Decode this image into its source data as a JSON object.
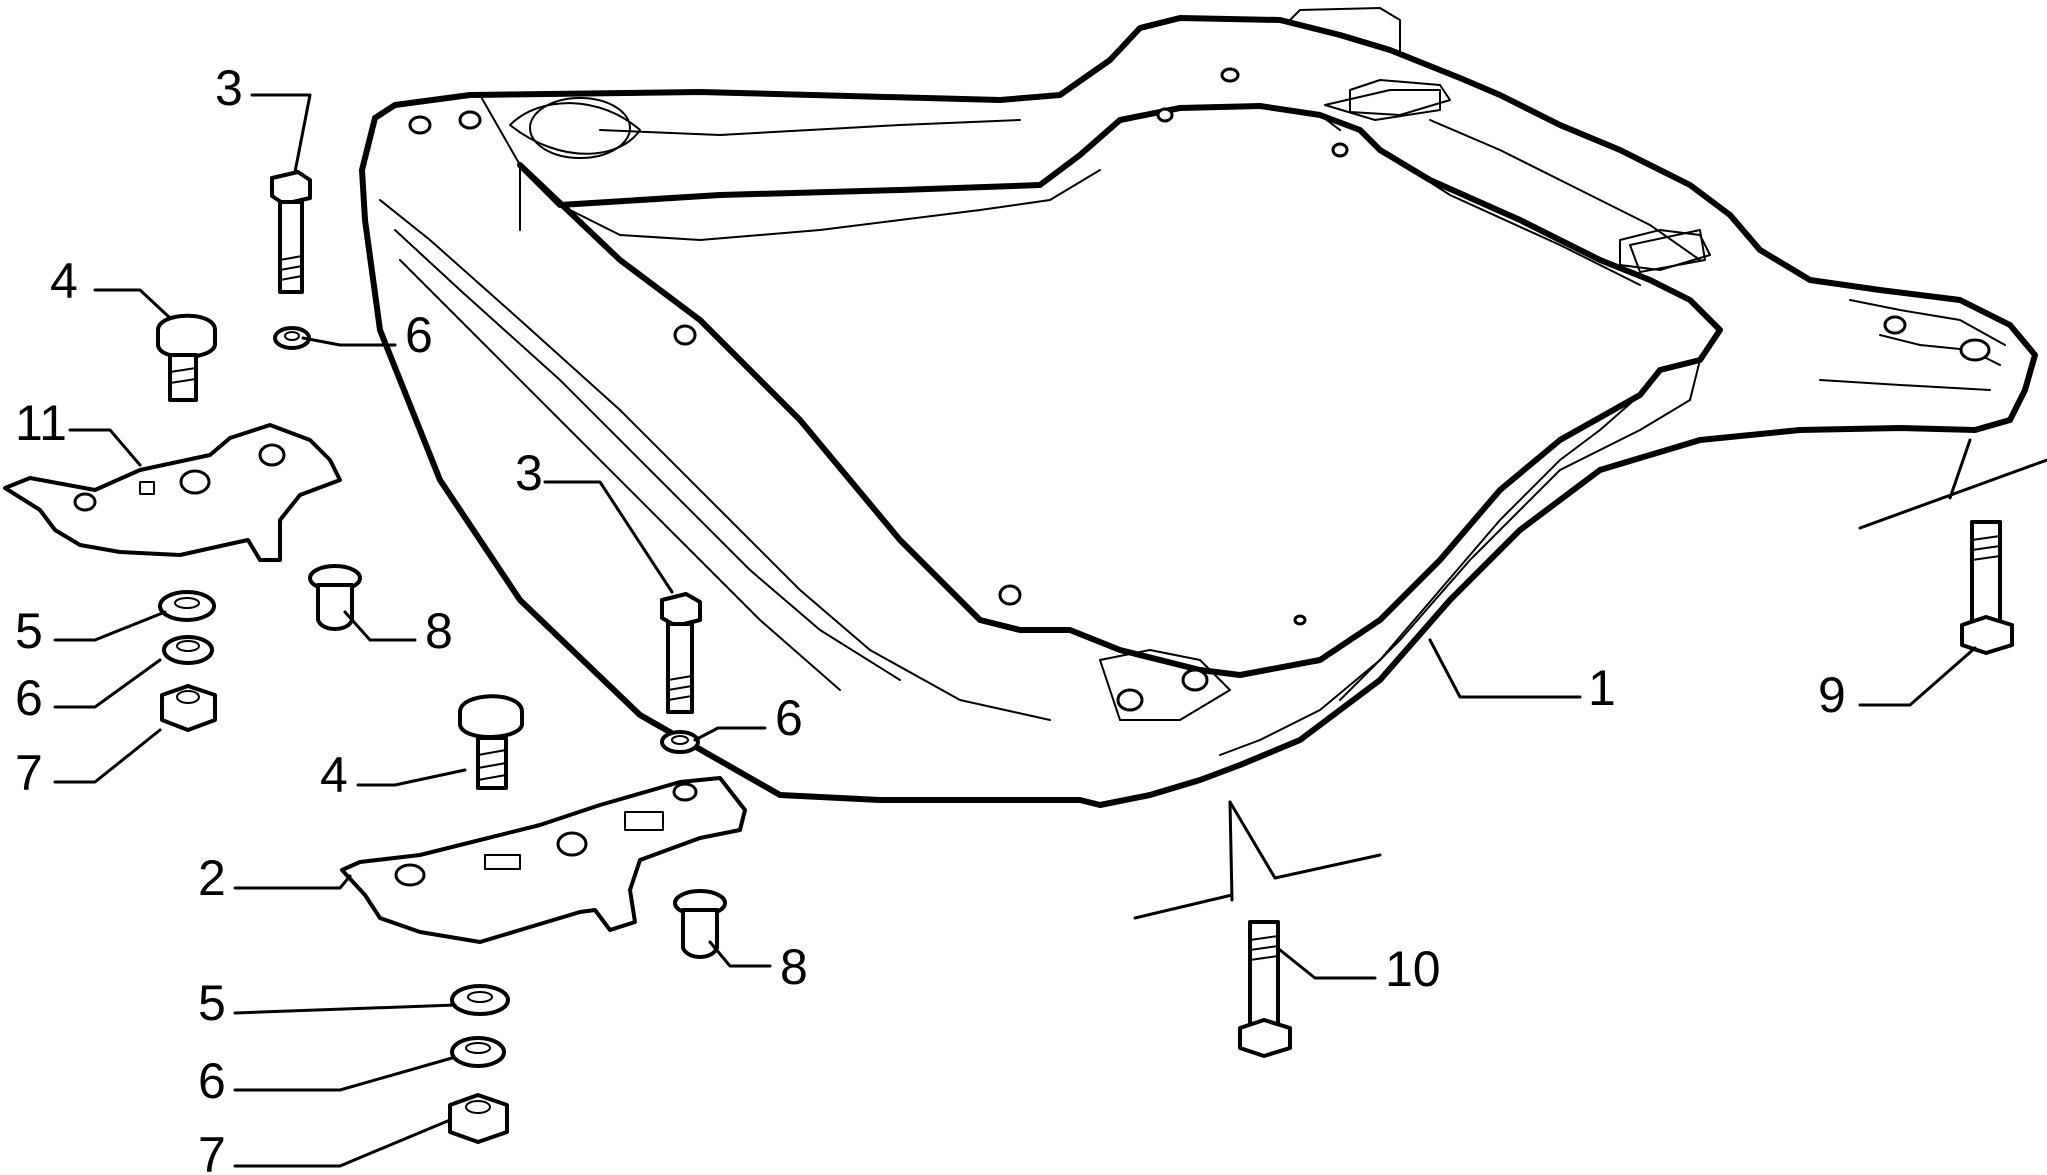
{
  "callouts": [
    {
      "id": "c3a",
      "text": "3"
    },
    {
      "id": "c4a",
      "text": "4"
    },
    {
      "id": "c6a",
      "text": "6"
    },
    {
      "id": "c11",
      "text": "11"
    },
    {
      "id": "c5a",
      "text": "5"
    },
    {
      "id": "c6b",
      "text": "6"
    },
    {
      "id": "c7a",
      "text": "7"
    },
    {
      "id": "c8a",
      "text": "8"
    },
    {
      "id": "c3b",
      "text": "3"
    },
    {
      "id": "c6c",
      "text": "6"
    },
    {
      "id": "c4b",
      "text": "4"
    },
    {
      "id": "c2",
      "text": "2"
    },
    {
      "id": "c8b",
      "text": "8"
    },
    {
      "id": "c5b",
      "text": "5"
    },
    {
      "id": "c6d",
      "text": "6"
    },
    {
      "id": "c7b",
      "text": "7"
    },
    {
      "id": "c1",
      "text": "1"
    },
    {
      "id": "c9",
      "text": "9"
    },
    {
      "id": "c10",
      "text": "10"
    }
  ]
}
